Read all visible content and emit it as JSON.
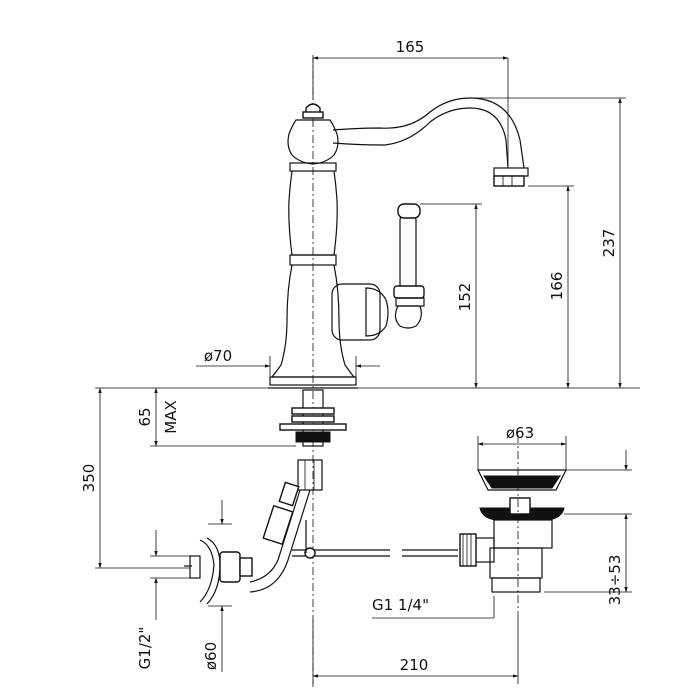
{
  "dimensions": {
    "top_reach": "165",
    "spout_height": "152",
    "spout_outlet_height": "166",
    "total_height": "237",
    "base_diameter": "ø70",
    "deck_thickness": "65",
    "deck_thickness_note": "MAX",
    "tail_length": "350",
    "waste_diameter": "ø63",
    "waste_thread": "G1 1/4\"",
    "waste_range": "33÷53",
    "supply_thread": "G1/2\"",
    "rosette_diameter": "ø60",
    "bottom_reach": "210"
  }
}
